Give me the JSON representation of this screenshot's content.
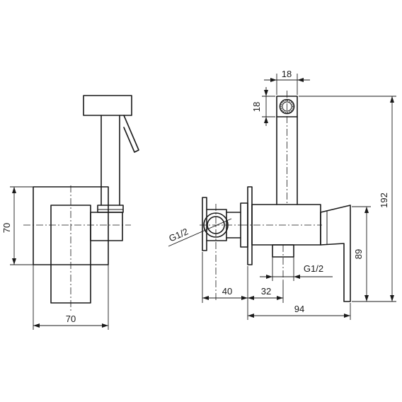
{
  "dimensions": {
    "left_height": "70",
    "left_width": "70",
    "spray_width": "18",
    "spray_height": "18",
    "total_height": "192",
    "body_height": "89",
    "outlet_thread": "G1/2",
    "inlet_thread": "G1/2",
    "inlet_depth": "40",
    "body_offset": "32",
    "body_depth": "94"
  }
}
